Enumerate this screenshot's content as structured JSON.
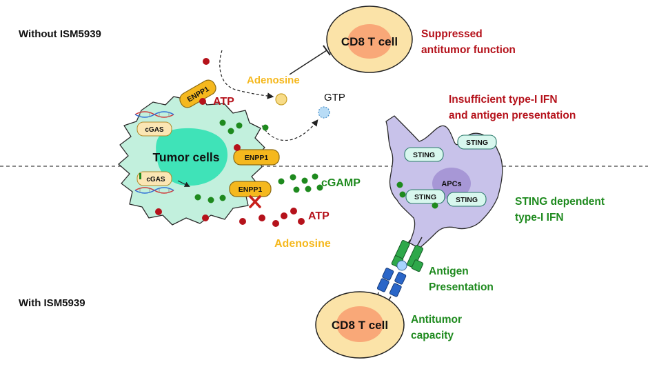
{
  "labels": {
    "without": "Without ISM5939",
    "with": "With ISM5939",
    "cd8_top": "CD8 T cell",
    "cd8_bottom": "CD8 T cell",
    "suppressed_line1": "Suppressed",
    "suppressed_line2": "antitumor function",
    "adenosine_top": "Adenosine",
    "gtp": "GTP",
    "insufficient_line1": "Insufficient type-I IFN",
    "insufficient_line2": "and antigen presentation",
    "enpp1_a": "ENPP1",
    "enpp1_b": "ENPP1",
    "enpp1_c": "ENPP1",
    "atp_top": "ATP",
    "atp_bottom": "ATP",
    "cgas_a": "cGAS",
    "cgas_b": "cGAS",
    "tumor_cells": "Tumor cells",
    "cgamp": "cGAMP",
    "adenosine_bottom": "Adenosine",
    "sting_1": "STING",
    "sting_2": "STING",
    "sting_3": "STING",
    "sting_4": "STING",
    "apcs": "APCs",
    "sting_dep_line1": "STING dependent",
    "sting_dep_line2": "type-I IFN",
    "antigen_line1": "Antigen",
    "antigen_line2": "Presentation",
    "antitumor_line1": "Antitumor",
    "antitumor_line2": "capacity"
  },
  "colors": {
    "dark_red": "#b5121b",
    "green": "#1e8a1e",
    "orange": "#f5b81e",
    "tumor_fill": "#c2f0dd",
    "nucleus": "#3fe3b8",
    "apc_fill": "#c8c2ea",
    "apc_nucleus": "#a797d6",
    "sting_fill": "#d8f7ee",
    "tcell_outer": "#fbe3a8",
    "tcell_inner": "#f9a878"
  }
}
